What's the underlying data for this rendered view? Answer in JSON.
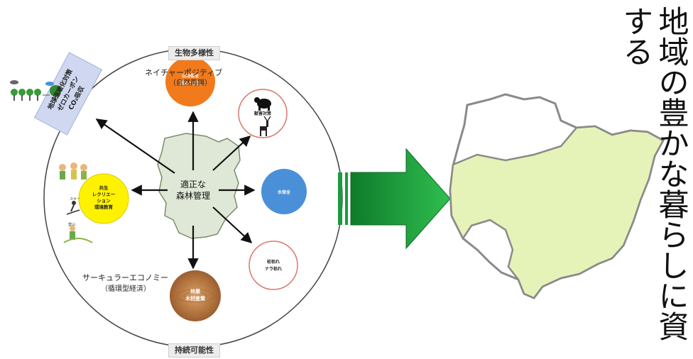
{
  "top_tag": "生物多様性",
  "bottom_tag": "持続可能性",
  "nature_positive": {
    "line1": "ネイチャーポジティブ",
    "line2": "（自然再興）"
  },
  "circular": {
    "line1": "サーキュラーエコノミー",
    "line2": "（循環型経済）"
  },
  "center": {
    "line1": "適正な",
    "line2": "森林管理"
  },
  "nodes": {
    "top": {
      "line1": "山地保全",
      "line2": "減災・防災",
      "color": "#f07a1c"
    },
    "upper_right": {
      "line1": "獣害対策",
      "color": "#ffffff"
    },
    "right": {
      "line1": "水保全",
      "color": "#4a90d9"
    },
    "lower_right": {
      "line1": "松枯れ",
      "line2": "ナラ枯れ",
      "color": "#ffffff"
    },
    "bottom": {
      "line1": "林業",
      "line2": "木材産業",
      "color": "#b7743c"
    },
    "left": {
      "line1": "共生",
      "line2": "レクリエー",
      "line3": "ション",
      "line4": "環境教育",
      "color": "#fff200"
    }
  },
  "climate_box": {
    "line1": "地球温暖化対策",
    "line2": "ゼロカーボン",
    "line3": "CO₂吸収"
  },
  "side_small": {
    "a": "スキー",
    "b": "登山"
  },
  "vertical_title": "地域の豊かな暮らしに資する",
  "colors": {
    "map_fill": "#e6f3b8",
    "map_border": "#8a8a8a",
    "arrow": "#1a9b3c"
  }
}
